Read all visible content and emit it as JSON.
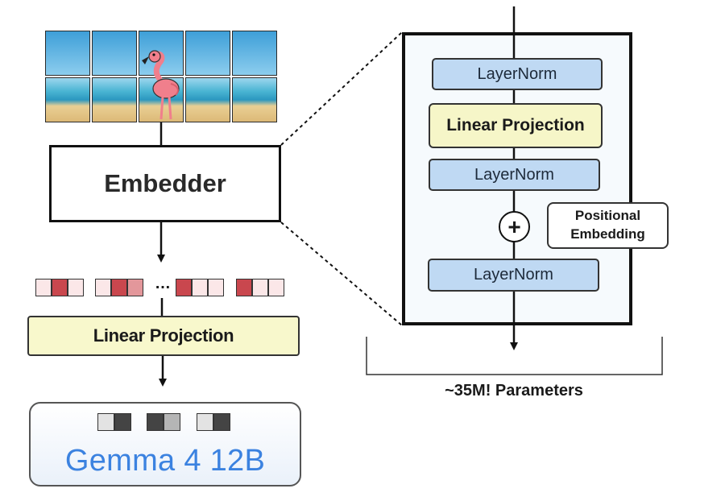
{
  "image_grid": {
    "rows": 2,
    "cols": 5,
    "top_row": "sky",
    "bottom_row": "sea"
  },
  "embedder": {
    "label": "Embedder"
  },
  "tokens": {
    "groups": [
      [
        "light",
        "dark",
        "light"
      ],
      [
        "light",
        "dark",
        "mid"
      ],
      [
        "dark",
        "light",
        "light"
      ],
      [
        "dark",
        "light",
        "light"
      ]
    ],
    "ellipsis": "…"
  },
  "left_projection": {
    "label": "Linear Projection"
  },
  "gemma": {
    "label": "Gemma 4 12B",
    "tokens": [
      [
        "light",
        "dark"
      ],
      [
        "dark",
        "grey"
      ],
      [
        "light",
        "dark"
      ]
    ]
  },
  "detail": {
    "layernorm_1": "LayerNorm",
    "linear_projection": "Linear Projection",
    "layernorm_2": "LayerNorm",
    "plus_symbol": "+",
    "positional_embedding": {
      "line1": "Positional",
      "line2": "Embedding"
    },
    "layernorm_3": "LayerNorm",
    "parameters": "~35M! Parameters"
  },
  "colors": {
    "layernorm_fill": "#bfd9f3",
    "projection_fill": "#f6f6c8",
    "token_dark": "#c9474e",
    "token_mid": "#e3979b",
    "token_light": "#fbe7e8",
    "gemma_text": "#3b82e0"
  }
}
